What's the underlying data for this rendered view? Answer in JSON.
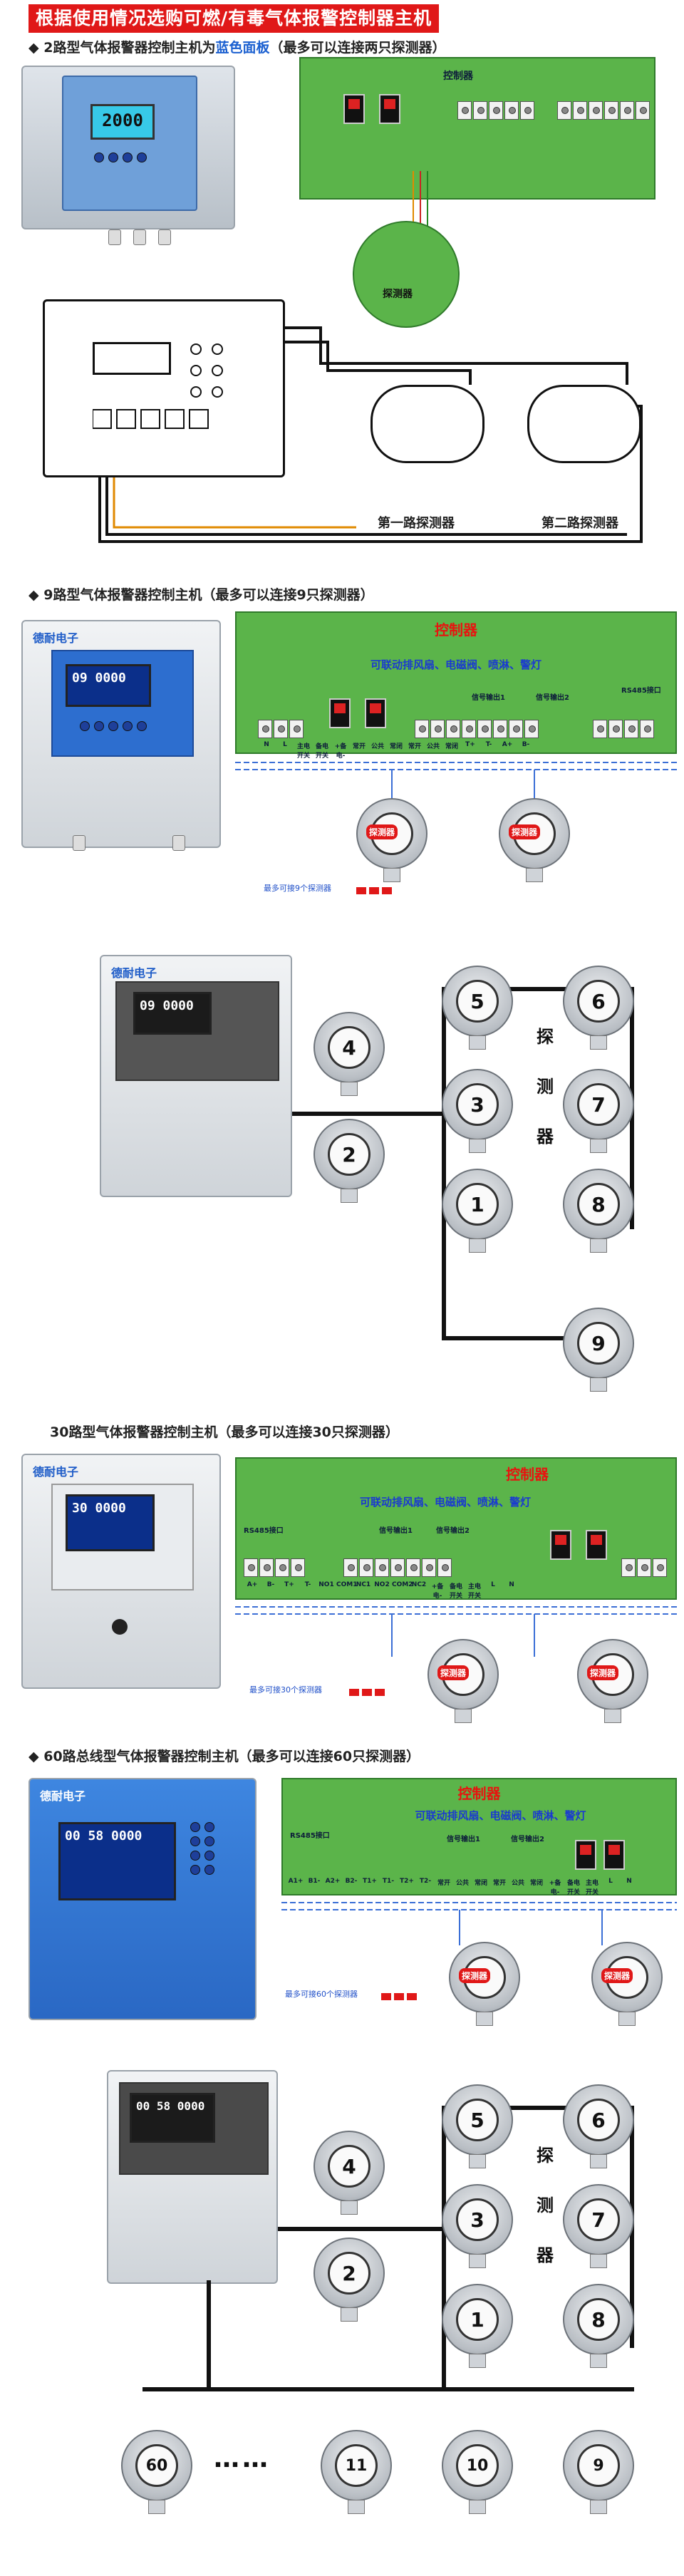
{
  "banner": "根据使用情况选购可燃/有毒气体报警控制器主机",
  "section1": {
    "heading_prefix": "◆  2路型气体报警器控制主机为",
    "heading_blue": "蓝色面板",
    "heading_suffix": "（最多可以连接两只探测器）",
    "controller_title": "控制器",
    "detector_panel_label": "探测器",
    "display_value": "2000",
    "label_detector1": "第一路探测器",
    "label_detector2": "第二路探测器"
  },
  "section2": {
    "heading": "◆  9路型气体报警器控制主机（最多可以连接9只探测器）",
    "brand": "德耐电子",
    "display_value": "09 0000",
    "pcb_title": "控制器",
    "pcb_sub": "可联动排风扇、电磁阀、喷淋、警灯",
    "rs485": "RS485接口",
    "signal1": "信号输出1",
    "signal2": "信号输出2",
    "terminal_labels": [
      "N",
      "L",
      "主电开关",
      "备电开关",
      "+备电-",
      "常开",
      "公共",
      "常闭",
      "常开",
      "公共",
      "常闭",
      "T+",
      "T-",
      "A+",
      "B-"
    ],
    "detector_tag": "探测器",
    "note": "最多可接9个探测器",
    "vertical_label": [
      "探",
      "测",
      "器"
    ],
    "detectors": [
      "5",
      "6",
      "4",
      "3",
      "7",
      "2",
      "1",
      "8",
      "9"
    ]
  },
  "section3": {
    "heading": "30路型气体报警器控制主机（最多可以连接30只探测器）",
    "brand": "德耐电子",
    "display_value": "30 0000",
    "pcb_title": "控制器",
    "pcb_sub": "可联动排风扇、电磁阀、喷淋、警灯",
    "rs485": "RS485接口",
    "signal1": "信号输出1",
    "signal2": "信号输出2",
    "terminal_labels": [
      "A+",
      "B-",
      "T+",
      "T-",
      "NO1",
      "COM1",
      "NC1",
      "NO2",
      "COM2",
      "NC2",
      "+备电-",
      "备电开关",
      "主电开关",
      "L",
      "N"
    ],
    "detector_tag": "探测器",
    "note": "最多可接30个探测器"
  },
  "section4": {
    "heading": "◆  60路总线型气体报警器控制主机（最多可以连接60只探测器）",
    "brand": "德耐电子",
    "display_value": "00 58 0000",
    "pcb_title": "控制器",
    "pcb_sub": "可联动排风扇、电磁阀、喷淋、警灯",
    "rs485": "RS485接口",
    "signal1": "信号输出1",
    "signal2": "信号输出2",
    "terminal_labels": [
      "A1+",
      "B1-",
      "A2+",
      "B2-",
      "T1+",
      "T1-",
      "T2+",
      "T2-",
      "常开",
      "公共",
      "常闭",
      "常开",
      "公共",
      "常闭",
      "+备电-",
      "备电开关",
      "主电开关",
      "L",
      "N"
    ],
    "detector_tag": "探测器",
    "note": "最多可接60个探测器",
    "vertical_label": [
      "探",
      "测",
      "器"
    ],
    "detectors": [
      "5",
      "6",
      "4",
      "3",
      "7",
      "2",
      "1",
      "8"
    ],
    "bottom_row": [
      "60",
      "11",
      "10",
      "9"
    ],
    "ellipsis": "……"
  },
  "colors": {
    "banner": "#e01818",
    "pcb_green": "#5bb44a",
    "link_blue": "#1a5fd0"
  }
}
